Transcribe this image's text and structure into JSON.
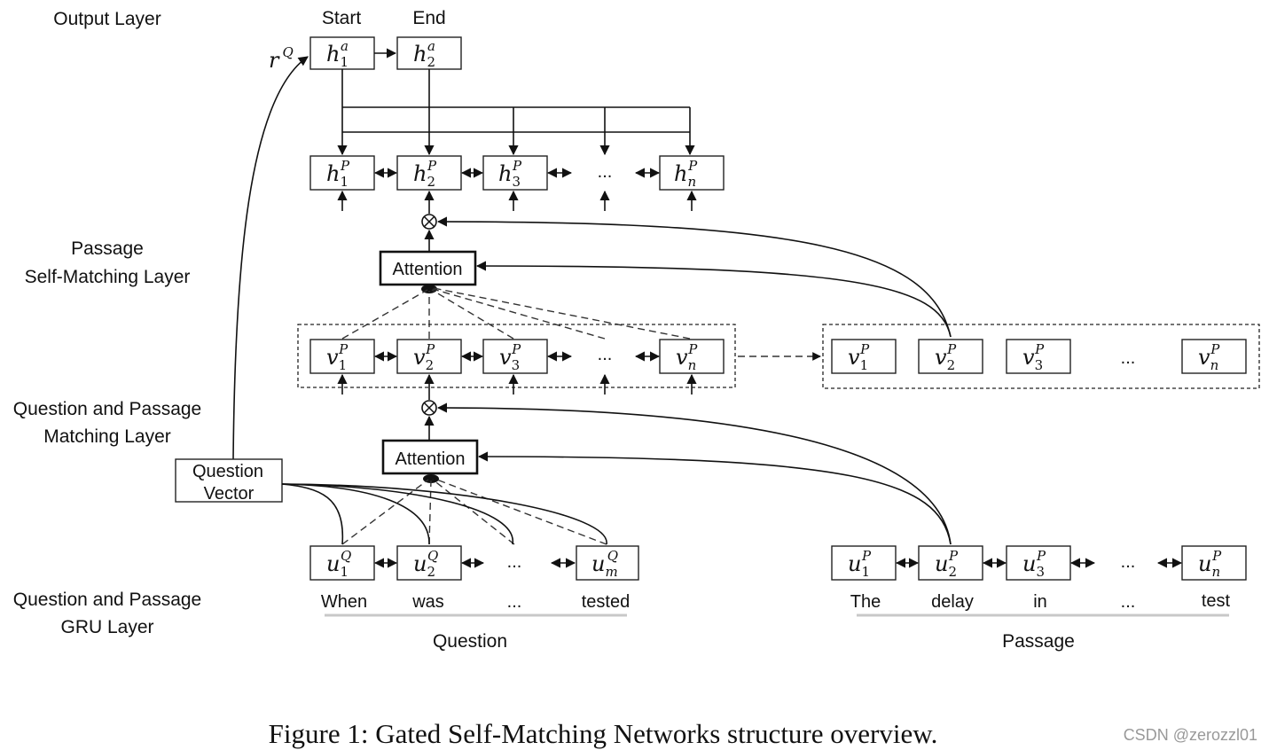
{
  "layers": {
    "output": "Output Layer",
    "self_matching": [
      "Passage",
      "Self-Matching Layer"
    ],
    "matching": [
      "Question and Passage",
      "Matching Layer"
    ],
    "gru": [
      "Question and Passage",
      "GRU Layer"
    ]
  },
  "output": {
    "start": "Start",
    "end": "End"
  },
  "question_vector": [
    "Question",
    "Vector"
  ],
  "attention_label": "Attention",
  "ellipsis": "...",
  "question_words": [
    "When",
    "was",
    "...",
    "tested"
  ],
  "passage_words": [
    "The",
    "delay",
    "in",
    "...",
    "test"
  ],
  "question_label": "Question",
  "passage_label": "Passage",
  "caption": "Figure 1: Gated Self-Matching Networks structure overview.",
  "watermark": "CSDN @zerozzl01",
  "math": {
    "rq": {
      "base": "r",
      "sup": "Q"
    },
    "ha1": {
      "base": "h",
      "sub": "1",
      "sup": "a"
    },
    "ha2": {
      "base": "h",
      "sub": "2",
      "sup": "a"
    },
    "hp": [
      {
        "base": "h",
        "sub": "1",
        "sup": "P"
      },
      {
        "base": "h",
        "sub": "2",
        "sup": "P"
      },
      {
        "base": "h",
        "sub": "3",
        "sup": "P"
      },
      {
        "base": "h",
        "sub": "n",
        "sup": "P"
      }
    ],
    "vp": [
      {
        "base": "v",
        "sub": "1",
        "sup": "P"
      },
      {
        "base": "v",
        "sub": "2",
        "sup": "P"
      },
      {
        "base": "v",
        "sub": "3",
        "sup": "P"
      },
      {
        "base": "v",
        "sub": "n",
        "sup": "P"
      }
    ],
    "uq": [
      {
        "base": "u",
        "sub": "1",
        "sup": "Q"
      },
      {
        "base": "u",
        "sub": "2",
        "sup": "Q"
      },
      {
        "base": "u",
        "sub": "m",
        "sup": "Q"
      }
    ],
    "up": [
      {
        "base": "u",
        "sub": "1",
        "sup": "P"
      },
      {
        "base": "u",
        "sub": "2",
        "sup": "P"
      },
      {
        "base": "u",
        "sub": "3",
        "sup": "P"
      },
      {
        "base": "u",
        "sub": "n",
        "sup": "P"
      }
    ]
  }
}
